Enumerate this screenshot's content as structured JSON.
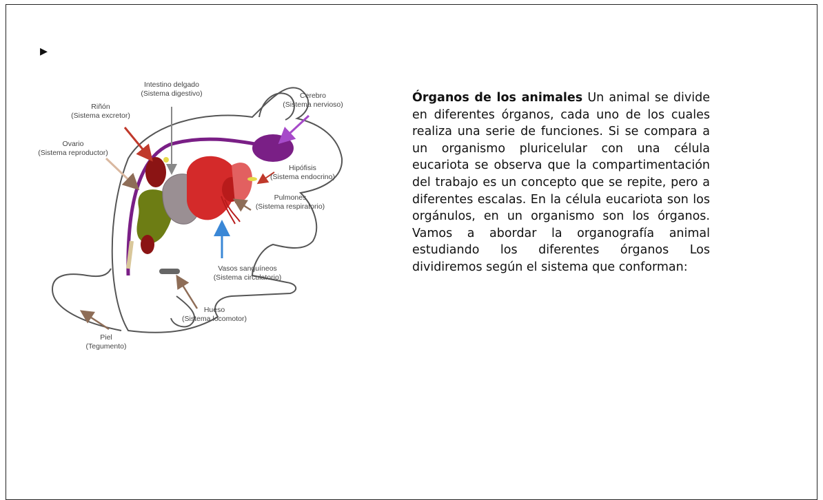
{
  "page": {
    "corner_mark": "▸"
  },
  "figure": {
    "labels": {
      "intestino_line1": "Intestino delgado",
      "intestino_line2": "(Sistema digestivo)",
      "rinon_line1": "Riñón",
      "rinon_line2": "(Sistema excretor)",
      "ovario_line1": "Ovario",
      "ovario_line2": "(Sistema reproductor)",
      "cerebro_line1": "Cerebro",
      "cerebro_line2": "(Sistema nervioso)",
      "hipofisis_line1": "Hipófisis",
      "hipofisis_line2": "(Sistema endocrino)",
      "pulmones_line1": "Pulmones",
      "pulmones_line2": "(Sistema respiratorio)",
      "vasos_line1": "Vasos sanguíneos",
      "vasos_line2": "(Sistema circulatorio)",
      "hueso_line1": "Hueso",
      "hueso_line2": "(Sistema locomotor)",
      "piel_line1": "Piel",
      "piel_line2": "(Tegumento)"
    },
    "colors": {
      "nervous": "#7a1f86",
      "kidney": "#8b1414",
      "liver": "#d42a2a",
      "lung": "#e26060",
      "intestine": "#9a8f93",
      "colon": "#6d7d14",
      "arrow_red": "#c0392b",
      "arrow_purple": "#a64ac9",
      "arrow_blue": "#3a87d6",
      "arrow_brown": "#8e6d57"
    }
  },
  "text": {
    "heading": "Órganos de los animales",
    "body": " Un animal se divide en diferentes órganos, cada uno de los cuales realiza una serie de funciones. Si se compara a un organismo pluricelular con una célula eucariota se observa que la compartimentación del trabajo es un concepto que se repite, pero a diferentes escalas. En la célula eucariota son los orgánulos, en un organismo son los órganos. Vamos a abordar la organografía animal estudiando los diferentes órganos Los dividiremos según el sistema que conforman:"
  }
}
